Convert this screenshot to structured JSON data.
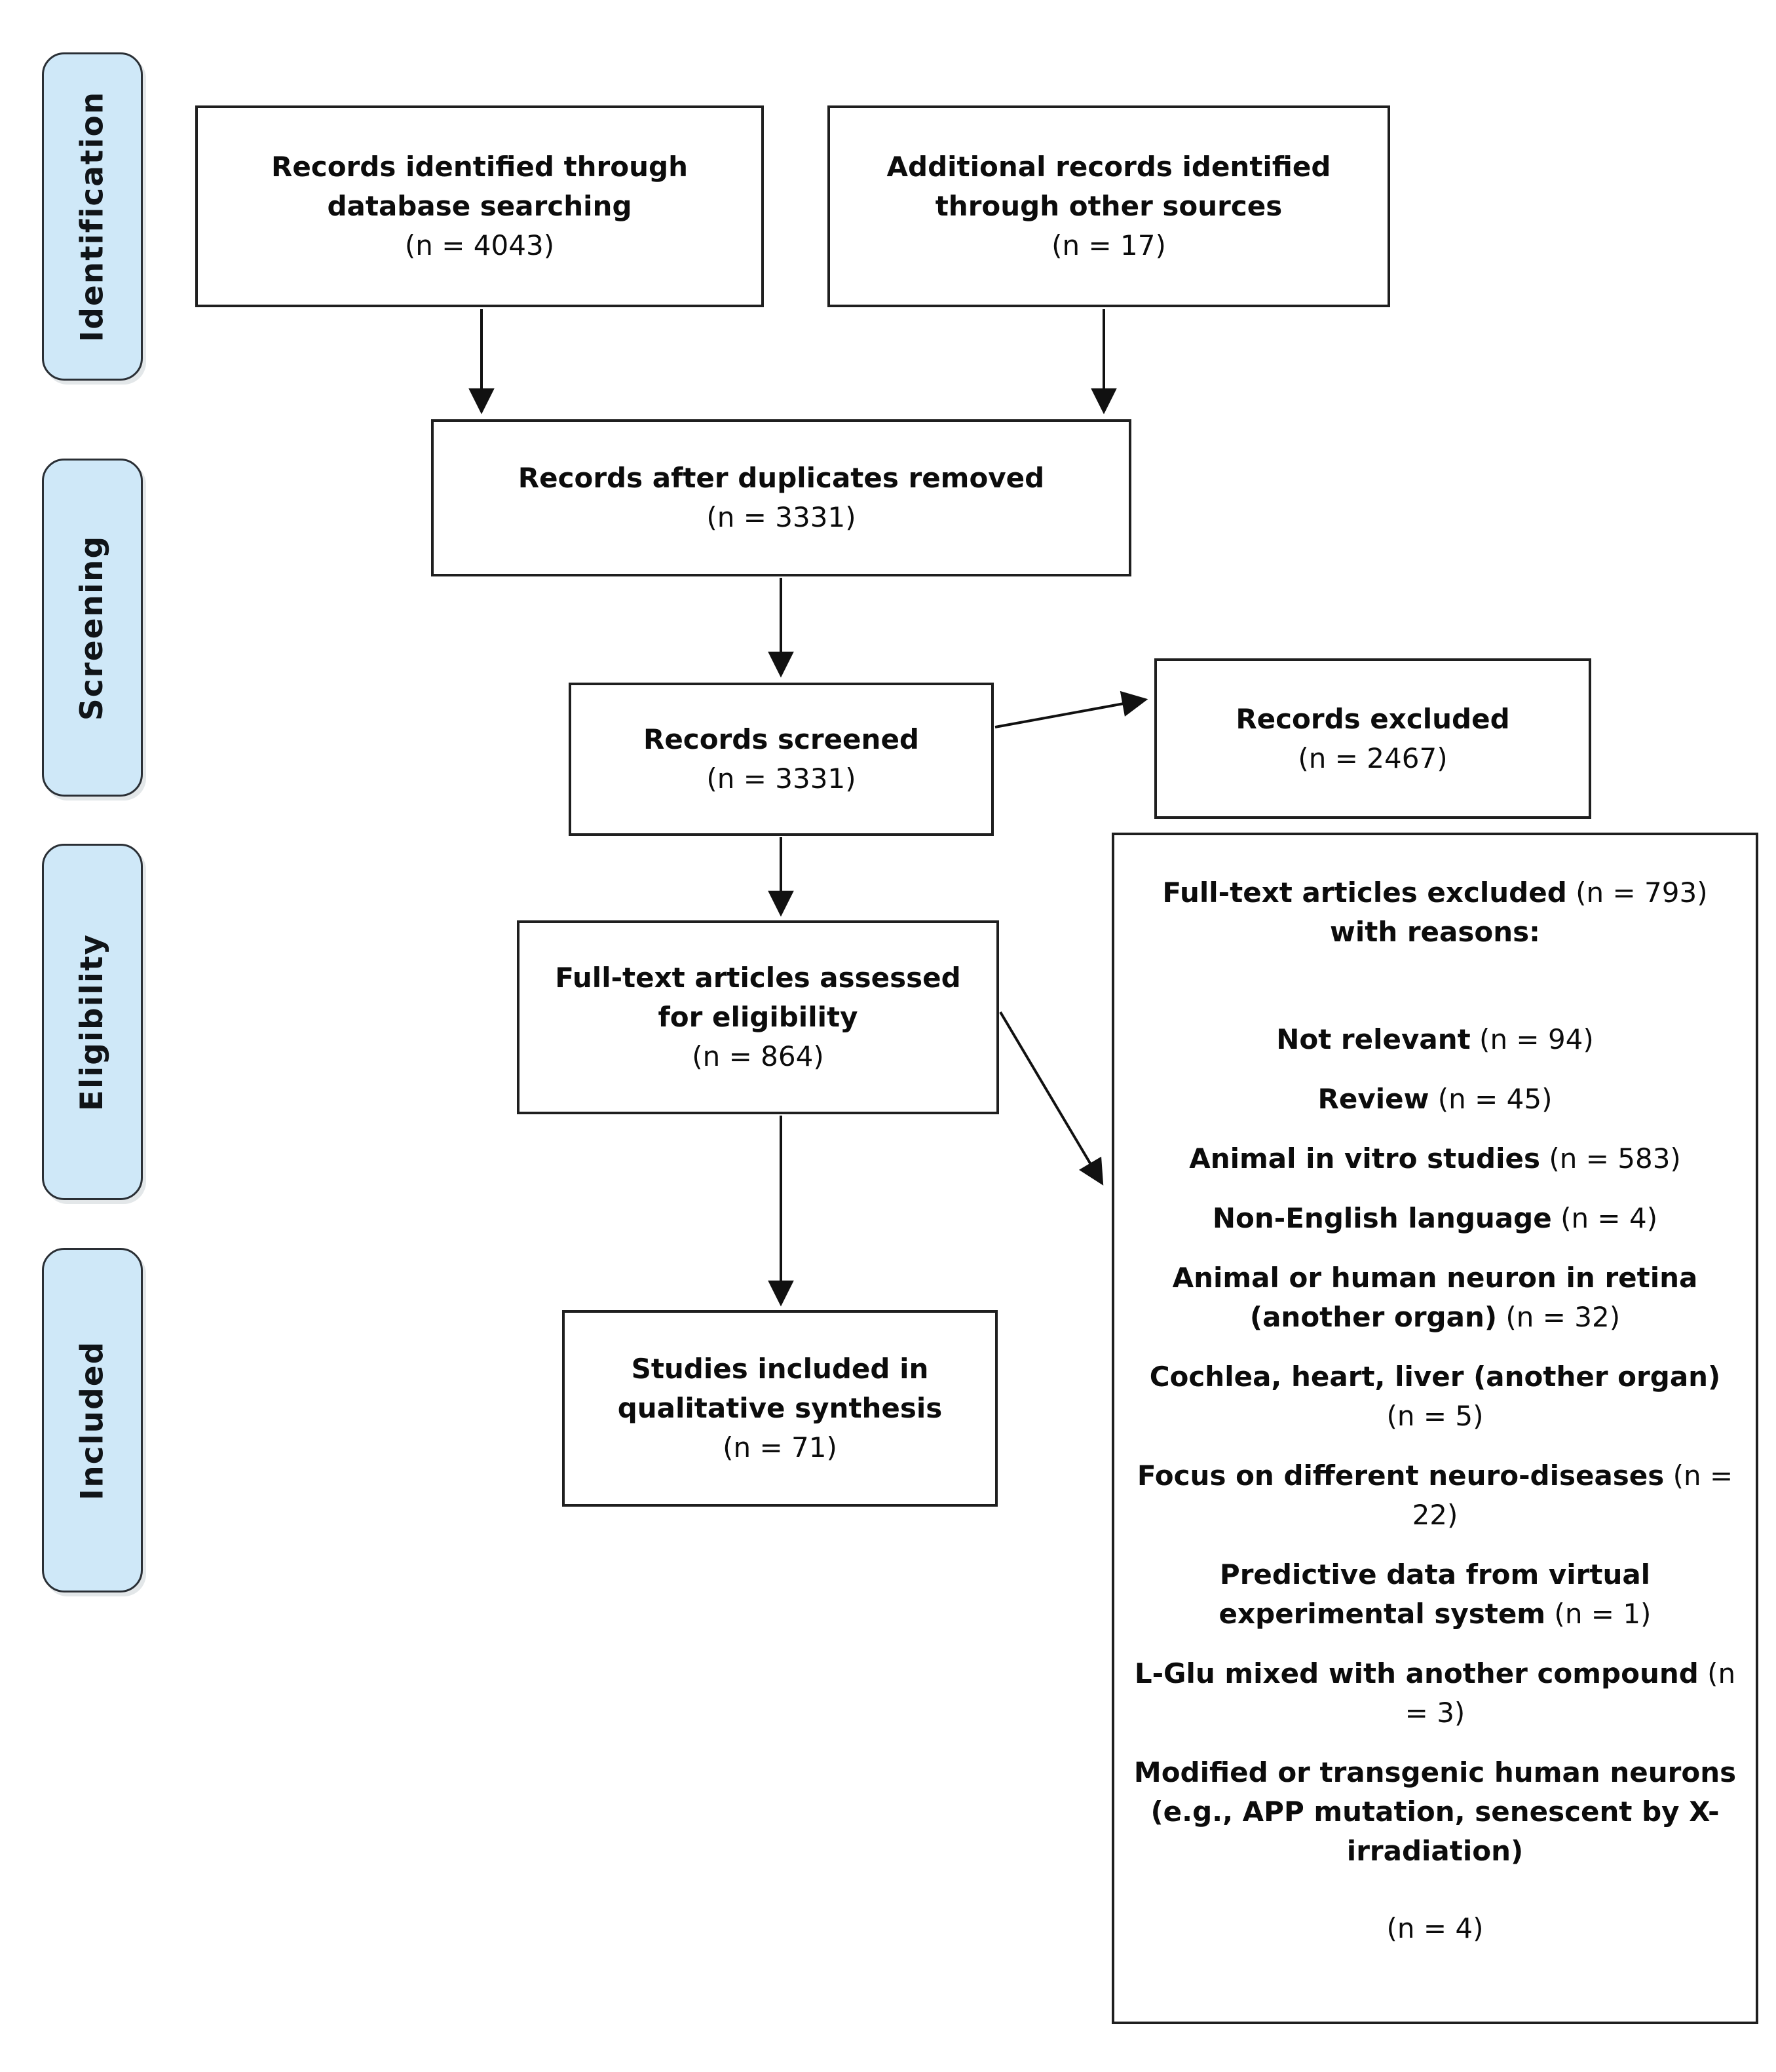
{
  "palette": {
    "ribbon_fill": "#cfe8f8",
    "ribbon_border": "#2a2f35",
    "box_border": "#1f1f1f",
    "arrow": "#111111",
    "text": "#0c0c0c",
    "background": "#ffffff"
  },
  "stages": [
    {
      "label": "Identification"
    },
    {
      "label": "Screening"
    },
    {
      "label": "Eligibility"
    },
    {
      "label": "Included"
    }
  ],
  "boxes": {
    "db_search": {
      "label": "Records identified through database searching",
      "n": "(n = 4043)"
    },
    "other_sources": {
      "label": "Additional records identified through other sources",
      "n": "(n = 17)"
    },
    "dedup": {
      "label": "Records after duplicates removed",
      "n": "(n = 3331)"
    },
    "screened": {
      "label": "Records screened",
      "n": "(n = 3331)"
    },
    "records_excluded": {
      "label": "Records excluded",
      "n": "(n = 2467)"
    },
    "fulltext": {
      "label": "Full-text articles assessed for eligibility",
      "n": "(n = 864)"
    },
    "included": {
      "label": "Studies included in qualitative synthesis",
      "n": "(n = 71)"
    }
  },
  "excluded_box": {
    "header_bold_start": "Full-text articles excluded",
    "header_n": " (n = 793) ",
    "header_bold_end": "with reasons:",
    "reasons": [
      {
        "label": "Not relevant",
        "n": " (n = 94)"
      },
      {
        "label": "Review",
        "n": " (n = 45)"
      },
      {
        "label": "Animal in vitro studies",
        "n": " (n = 583)"
      },
      {
        "label": "Non-English language",
        "n": " (n = 4)"
      },
      {
        "label": "Animal or human neuron in retina (another organ)",
        "n": " (n = 32)"
      },
      {
        "label": "Cochlea, heart, liver (another organ)",
        "n": " (n = 5)"
      },
      {
        "label": "Focus on different neuro-diseases",
        "n": " (n = 22)"
      },
      {
        "label": "Predictive data from virtual experimental system",
        "n": " (n = 1)"
      },
      {
        "label": "L-Glu mixed with another compound",
        "n": " (n = 3)"
      },
      {
        "label": "Modified or transgenic human neurons (e.g., APP mutation, senescent by X-irradiation)",
        "n": "(n = 4)"
      }
    ]
  }
}
